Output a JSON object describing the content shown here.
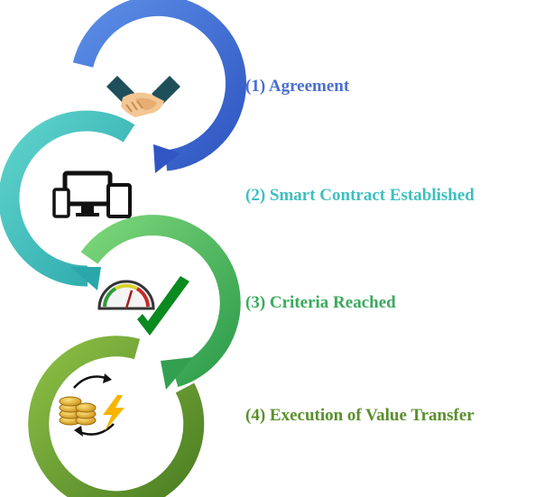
{
  "steps": [
    {
      "label": "(1) Agreement",
      "color": "#4a6fd1",
      "icon": "handshake-icon"
    },
    {
      "label": "(2) Smart Contract Established",
      "color": "#3fbfbf",
      "icon": "devices-icon"
    },
    {
      "label": "(3) Criteria Reached",
      "color": "#3aaa5c",
      "icon": "gauge-check-icon"
    },
    {
      "label": "(4) Execution of Value Transfer",
      "color": "#5a8f2c",
      "icon": "coins-lightning-icon"
    }
  ]
}
